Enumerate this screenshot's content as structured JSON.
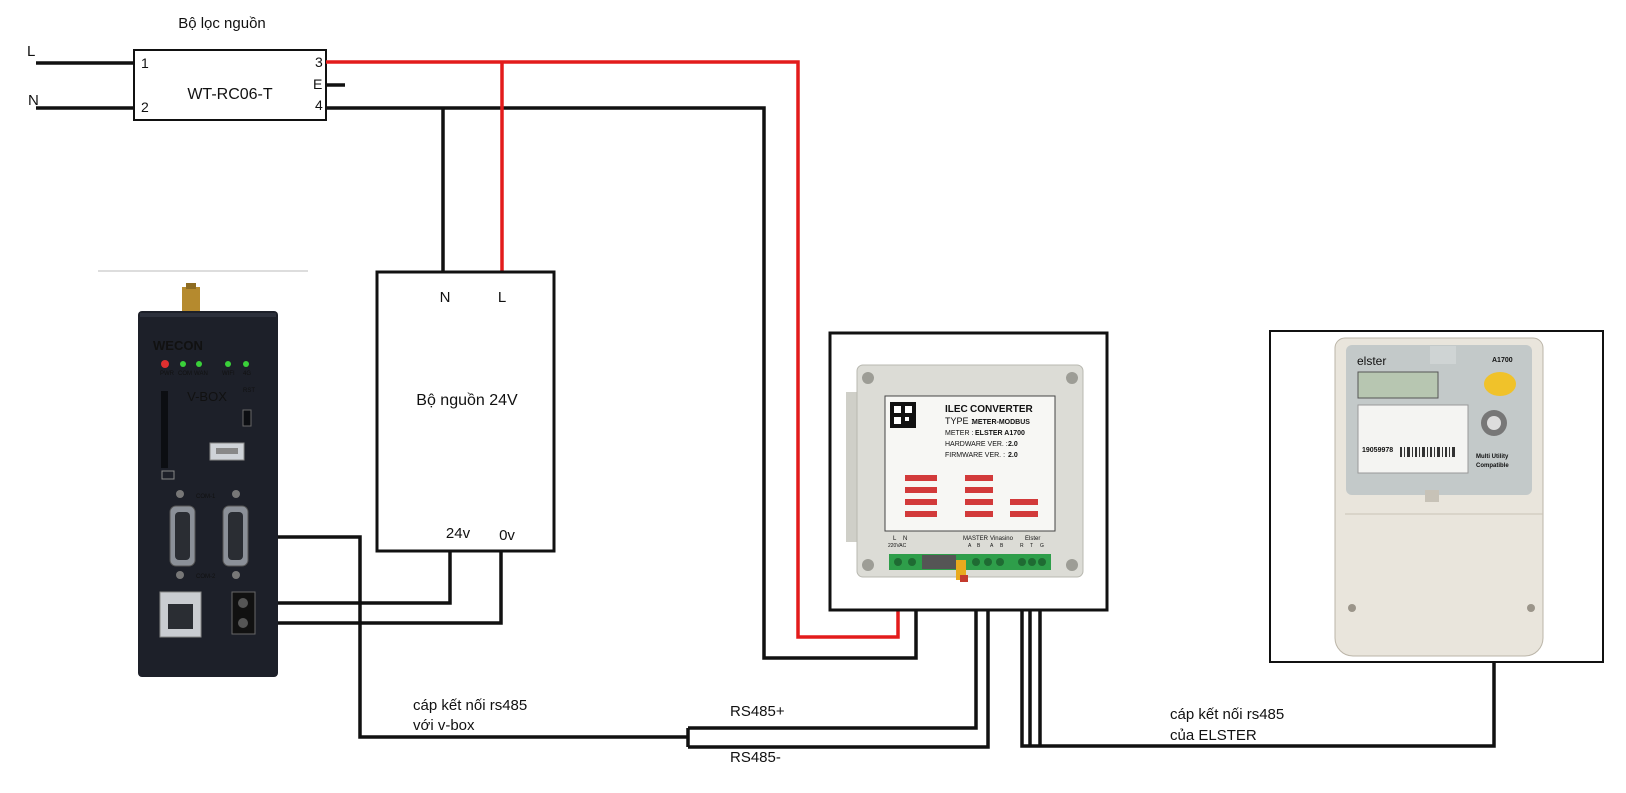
{
  "filter": {
    "title": "Bộ lọc nguồn",
    "model": "WT-RC06-T",
    "pin1": "1",
    "pin2": "2",
    "pin3": "3",
    "pin4": "4",
    "pin_e": "E",
    "input_l": "L",
    "input_n": "N"
  },
  "psu": {
    "title": "Bộ nguồn 24V",
    "terminal_n": "N",
    "terminal_l": "L",
    "terminal_24v": "24v",
    "terminal_0v": "0v"
  },
  "vbox": {
    "brand": "WECON",
    "model": "V-BOX",
    "led_labels": [
      "PWR",
      "COM",
      "WAN",
      "WIFI",
      "4G"
    ],
    "com1": "COM-1",
    "com2": "COM-2",
    "rst": "RST"
  },
  "converter": {
    "brand": "ILEC",
    "title": "CONVERTER",
    "type_label": "TYPE :",
    "type_value": "METER-MODBUS",
    "meter_label": "METER :",
    "meter_value": "ELSTER A1700",
    "hw_label": "HARDWARE VER. :",
    "hw_value": "2.0",
    "fw_label": "FIRMWARE VER. :",
    "fw_value": "2.0",
    "terminals": [
      "L",
      "N",
      "MASTER",
      "Vinasino",
      "Elster"
    ],
    "power": "220VAC",
    "terminal_letters": [
      "A",
      "B",
      "A",
      "B",
      "R",
      "T",
      "G"
    ]
  },
  "meter": {
    "brand": "elster",
    "model": "A1700",
    "serial": "19059978",
    "text1": "Multi Utility",
    "text2": "Compatible"
  },
  "cables": {
    "vbox_cable_line1": "cáp kết nối rs485",
    "vbox_cable_line2": "với v-box",
    "rs485_plus": "RS485+",
    "rs485_minus": "RS485-",
    "elster_cable_line1": "cáp kết nối rs485",
    "elster_cable_line2": "của ELSTER"
  },
  "colors": {
    "wire_black": "#111111",
    "wire_red": "#e31b1b",
    "vbox_body": "#1d2029",
    "converter_body": "#dcdcd6",
    "terminal_green": "#2e9e4a",
    "meter_body": "#e9e5dc"
  }
}
